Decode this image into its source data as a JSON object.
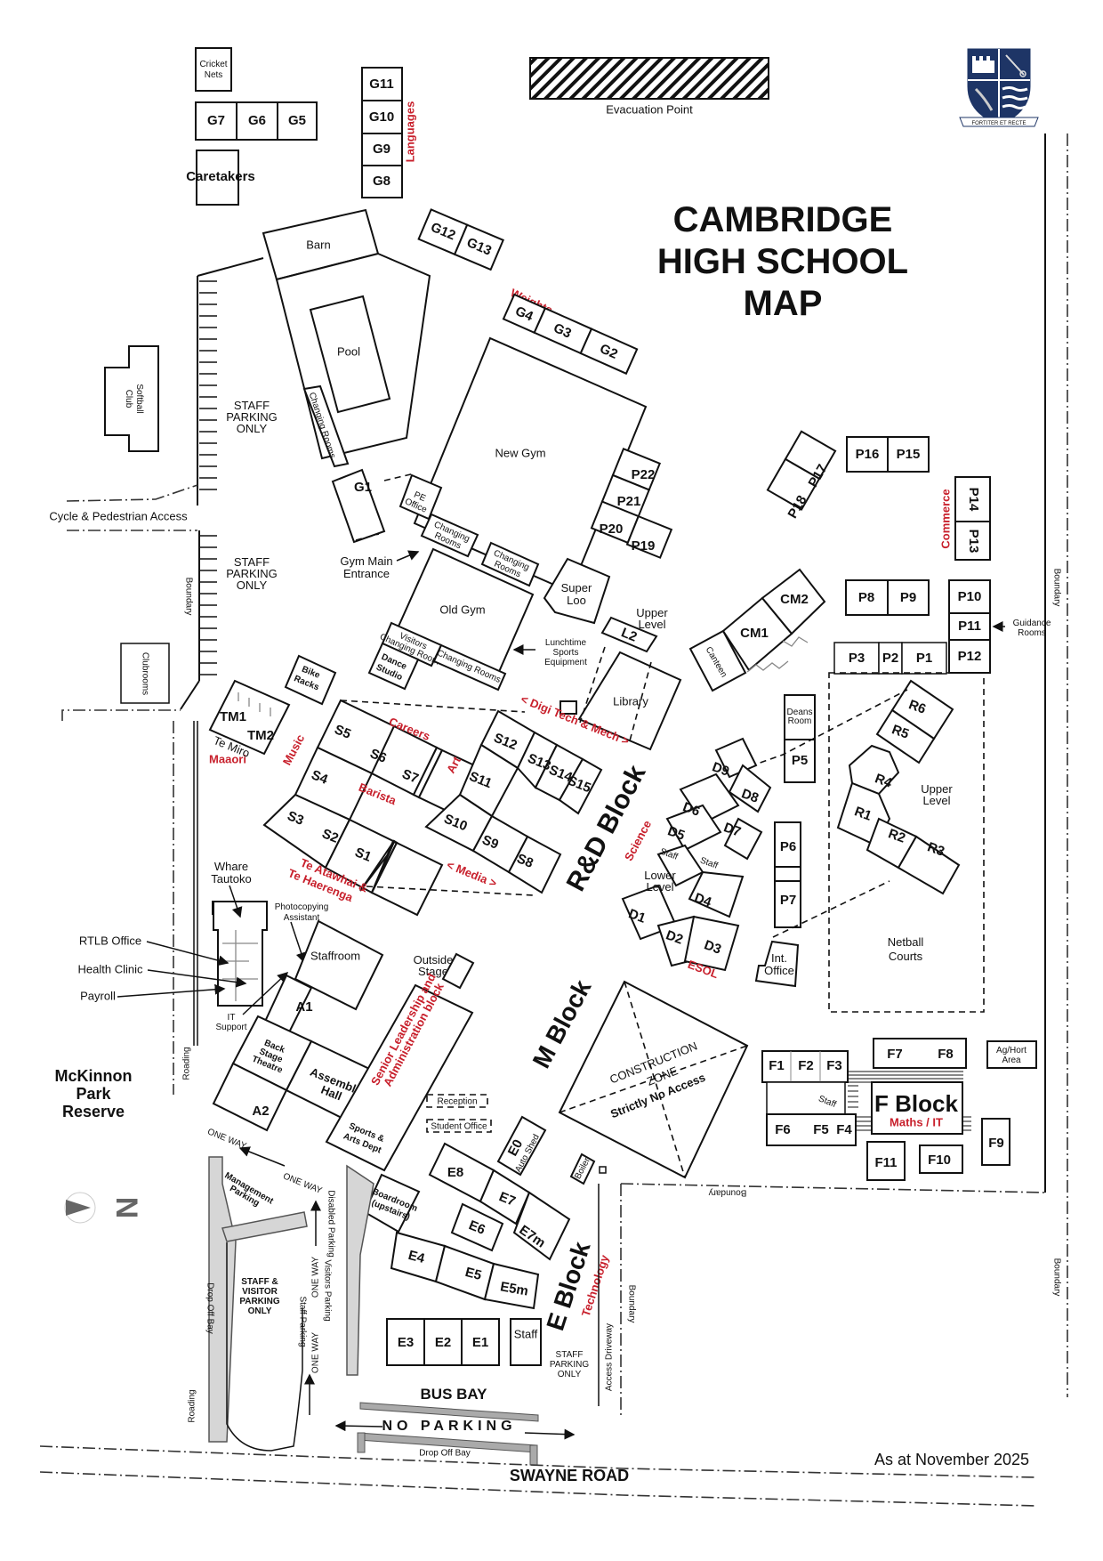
{
  "title": {
    "line1": "CAMBRIDGE",
    "line2": "HIGH SCHOOL",
    "line3": "MAP"
  },
  "date_note": "As at November 2025",
  "crest_motto": "FORTITER ET RECTE",
  "colors": {
    "accent_red": "#c8202c",
    "crest_blue": "#1e3566",
    "road_grey": "#d6d6d6",
    "ink": "#111111"
  },
  "evacuation_point": "Evacuation Point",
  "north_label": "N",
  "areas": {
    "cricket_nets": "Cricket Nets",
    "caretakers": "Caretakers",
    "barn": "Barn",
    "pool": "Pool",
    "changing_rooms": "Changing Rooms",
    "softball_club": "Softball Club",
    "staff_parking_1": "STAFF PARKING ONLY",
    "staff_parking_2": "STAFF PARKING ONLY",
    "cycle_access": "Cycle & Pedestrian Access",
    "clubrooms": "Clubrooms",
    "new_gym": "New Gym",
    "old_gym": "Old Gym",
    "pe_office": "PE Office",
    "gym_main_entrance": "Gym Main Entrance",
    "visitors_changing": "Visitors Changing Room",
    "dance_studio": "Dance Studio",
    "super_loo": "Super Loo",
    "lunchtime_equipment": "Lunchtime Sports Equipment",
    "bike_racks": "Bike Racks",
    "library": "Library",
    "upper_level": "Upper Level",
    "lower_level": "Lower Level",
    "canteen": "Canteen",
    "deans_room": "Deans Room",
    "guidance_rooms": "Guidance Rooms",
    "netball_courts": "Netball Courts",
    "int_office": "Int. Office",
    "whare_tautoko": "Whare Tautoko",
    "rtlb_office": "RTLB Office",
    "health_clinic": "Health Clinic",
    "payroll": "Payroll",
    "it_support": "IT Support",
    "photocopying": "Photocopying Assistant",
    "staffroom": "Staffroom",
    "outside_stage": "Outside Stage",
    "back_stage": "Back Stage Theatre",
    "assembly_hall": "Assembly Hall",
    "sports_arts": "Sports & Arts Dept",
    "reception": "Reception",
    "student_office": "Student Office",
    "boardroom": "Boardroom (upstairs)",
    "auto_shed": "Auto Shed",
    "boiler": "Boiler",
    "construction_1": "CONSTRUCTION",
    "construction_2": "ZONE",
    "construction_3": "Strictly No Access",
    "ag_hort": "Ag/Hort Area",
    "staff": "Staff",
    "mckinnon": "McKinnon Park Reserve",
    "roading": "Roading",
    "boundary": "Boundary",
    "management_parking": "Management Parking",
    "one_way": "ONE WAY",
    "staff_visitor_parking": "STAFF & VISITOR PARKING ONLY",
    "staff_parking_lane": "Staff Parking",
    "visitors_parking_lane": "Visitors Parking",
    "disabled_parking": "Disabled Parking",
    "drop_off_bay": "Drop Off Bay",
    "bus_bay": "BUS BAY",
    "no_parking": "NO PARKING",
    "swayne_road": "SWAYNE ROAD",
    "access_driveway": "Access Driveway",
    "staff_parking_e": "STAFF PARKING ONLY"
  },
  "blocks": {
    "rd_block": "R&D Block",
    "m_block": "M Block",
    "e_block": "E Block",
    "f_block": "F Block"
  },
  "departments": {
    "languages": "Languages",
    "weights_room": "Weights room",
    "commerce": "Commerce",
    "maaori": "Maaori",
    "te_miro": "Te Miro",
    "music": "Music",
    "careers": "Careers",
    "barista": "Barista",
    "te_atawhai": "Te Atawhai & Te Haerenga",
    "art": "Art",
    "digi_tech": "< Digi Tech & Mech >",
    "media": "< Media >",
    "science": "Science",
    "esol": "ESOL",
    "senior_leadership": "Senior Leadership and Administration block",
    "technology": "Technology",
    "maths_it": "Maths / IT"
  },
  "rooms": {
    "G1": "G1",
    "G2": "G2",
    "G3": "G3",
    "G4": "G4",
    "G5": "G5",
    "G6": "G6",
    "G7": "G7",
    "G8": "G8",
    "G9": "G9",
    "G10": "G10",
    "G11": "G11",
    "G12": "G12",
    "G13": "G13",
    "S1": "S1",
    "S2": "S2",
    "S3": "S3",
    "S4": "S4",
    "S5": "S5",
    "S6": "S6",
    "S7": "S7",
    "S8": "S8",
    "S9": "S9",
    "S10": "S10",
    "S11": "S11",
    "S12": "S12",
    "S13": "S13",
    "S14": "S14",
    "S15": "S15",
    "P1": "P1",
    "P2": "P2",
    "P3": "P3",
    "P5": "P5",
    "P6": "P6",
    "P7": "P7",
    "P8": "P8",
    "P9": "P9",
    "P10": "P10",
    "P11": "P11",
    "P12": "P12",
    "P13": "P13",
    "P14": "P14",
    "P15": "P15",
    "P16": "P16",
    "P17": "P17",
    "P18": "P18",
    "P19": "P19",
    "P20": "P20",
    "P21": "P21",
    "P22": "P22",
    "CM1": "CM1",
    "CM2": "CM2",
    "L2": "L2",
    "TM1": "TM1",
    "TM2": "TM2",
    "D1": "D1",
    "D2": "D2",
    "D3": "D3",
    "D4": "D4",
    "D5": "D5",
    "D6": "D6",
    "D7": "D7",
    "D8": "D8",
    "D9": "D9",
    "R1": "R1",
    "R2": "R2",
    "R3": "R3",
    "R4": "R4",
    "R5": "R5",
    "R6": "R6",
    "A1": "A1",
    "A2": "A2",
    "E0": "E0",
    "E1": "E1",
    "E2": "E2",
    "E3": "E3",
    "E4": "E4",
    "E5": "E5",
    "E5m": "E5m",
    "E6": "E6",
    "E7": "E7",
    "E7m": "E7m",
    "E8": "E8",
    "F1": "F1",
    "F2": "F2",
    "F3": "F3",
    "F4": "F4",
    "F5": "F5",
    "F6": "F6",
    "F7": "F7",
    "F8": "F8",
    "F9": "F9",
    "F10": "F10",
    "F11": "F11"
  }
}
